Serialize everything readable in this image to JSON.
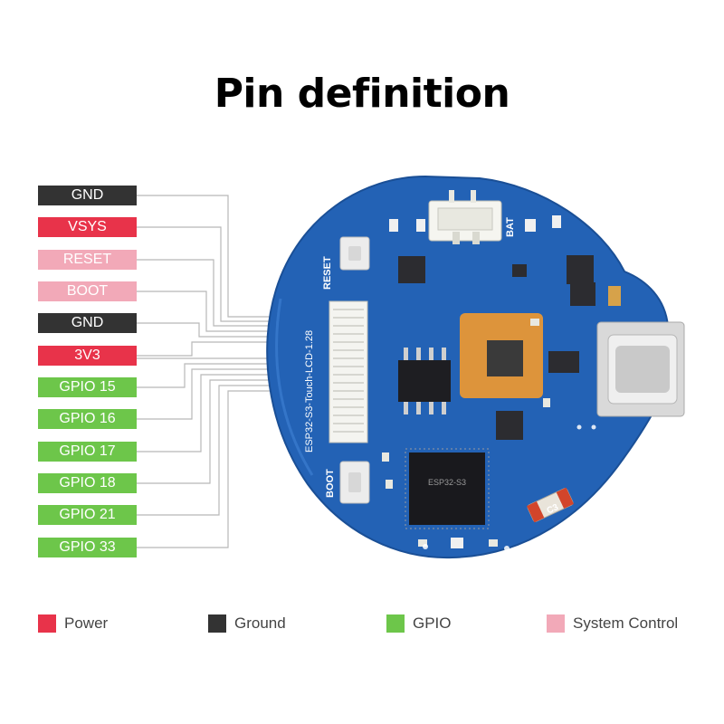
{
  "title": "Pin definition",
  "colors": {
    "power": "#e8334a",
    "ground": "#333333",
    "gpio": "#6dc64a",
    "system": "#f2a9b8",
    "board": "#2362b5"
  },
  "pins": [
    {
      "label": "GND",
      "type": "ground"
    },
    {
      "label": "VSYS",
      "type": "power"
    },
    {
      "label": "RESET",
      "type": "system"
    },
    {
      "label": "BOOT",
      "type": "system"
    },
    {
      "label": "GND",
      "type": "ground"
    },
    {
      "label": "3V3",
      "type": "power"
    },
    {
      "label": "GPIO 15",
      "type": "gpio"
    },
    {
      "label": "GPIO 16",
      "type": "gpio"
    },
    {
      "label": "GPIO 17",
      "type": "gpio"
    },
    {
      "label": "GPIO 18",
      "type": "gpio"
    },
    {
      "label": "GPIO 21",
      "type": "gpio"
    },
    {
      "label": "GPIO 33",
      "type": "gpio"
    }
  ],
  "board": {
    "silkscreen": "ESP32-S3-Touch-LCD-1.28",
    "reset_label": "RESET",
    "boot_label": "BOOT",
    "bat_label": "BAT",
    "chip_label": "ESP32-S3",
    "c3_label": "C3"
  },
  "legend": [
    {
      "label": "Power",
      "type": "power"
    },
    {
      "label": "Ground",
      "type": "ground"
    },
    {
      "label": "GPIO",
      "type": "gpio"
    },
    {
      "label": "System Control",
      "type": "system"
    }
  ]
}
